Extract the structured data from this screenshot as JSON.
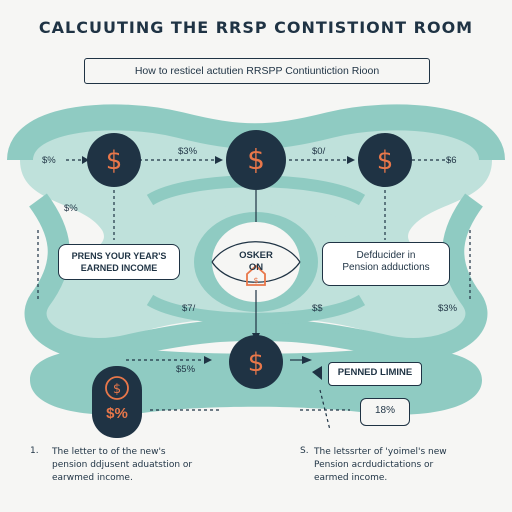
{
  "title": "CALCUUTING THE RRSP  CONTISTIONT ROOM",
  "subtitle": "How to resticel actutien RRSPP Contiuntiction Rioon",
  "nodes": {
    "earned_income": "PRENS YOUR YEAR'S EARNED INCOME",
    "center": "OSKER ON",
    "deductions_line1": "Defducider in",
    "deductions_line2": "Pension adductions",
    "limit": "PENNED LIMINE",
    "percent_left": "$%",
    "percent_right": "18%"
  },
  "annotations": {
    "a1": "$%",
    "a2": "$3%",
    "a3": "$0/",
    "a4": "$6",
    "a5": "$%",
    "a6": "$7/",
    "a7": "$$",
    "a8": "$5%",
    "a9": "$3%"
  },
  "footer": {
    "left_number": "1.",
    "left_line1": "The letter to of the new's",
    "left_line2": "pension ddjusent aduatstion or",
    "left_line3": "earwmed income.",
    "right_number": "S.",
    "right_line1": "The letssrter of 'yoimel's new",
    "right_line2": "Pension acrdudictations or",
    "right_line3": "earmed income."
  },
  "colors": {
    "navy": "#1f3344",
    "teal": "#8fcbc2",
    "teal_light": "#bfe1db",
    "orange": "#e8774a"
  }
}
